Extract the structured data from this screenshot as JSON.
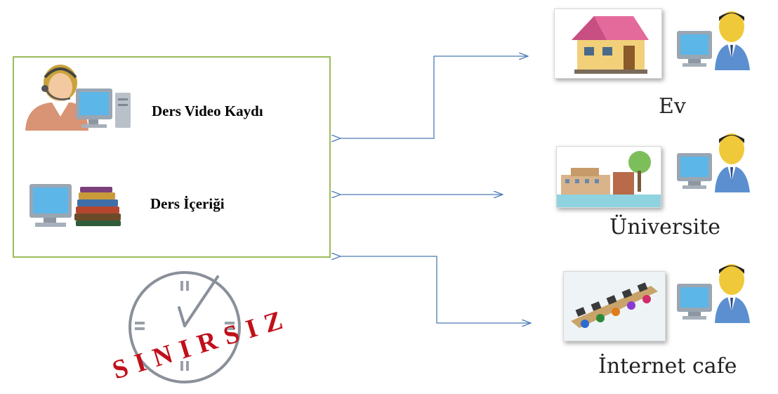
{
  "content_box": {
    "video_label": "Ders Video Kaydı",
    "content_label": "Ders İçeriği"
  },
  "clock_stamp": {
    "text": "SINIRSIZ"
  },
  "locations": [
    {
      "label": "Ev",
      "icon": "house-icon"
    },
    {
      "label": "Üniversite",
      "icon": "campus-icon"
    },
    {
      "label": "İnternet cafe",
      "icon": "computer-lab-icon"
    }
  ],
  "colors": {
    "box_border": "#9bbb59",
    "arrow": "#4a7ab5",
    "stamp": "#c0101a"
  }
}
